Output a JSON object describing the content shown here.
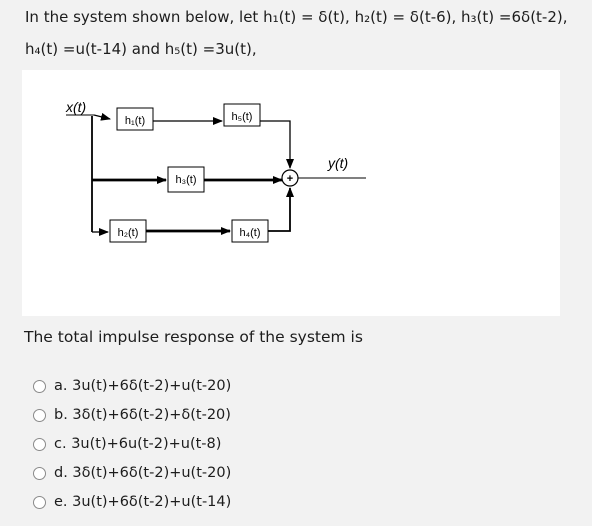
{
  "question": {
    "line1": "In the system shown below, let h₁(t) = δ(t), h₂(t) = δ(t-6), h₃(t) =6δ(t-2),",
    "line2": "h₄(t) =u(t-14) and h₅(t) =3u(t),"
  },
  "diagram": {
    "input_label": "x(t)",
    "output_label": "y(t)",
    "blocks": {
      "h1": "h₁(t)",
      "h2": "h₂(t)",
      "h3": "h₃(t)",
      "h4": "h₄(t)",
      "h5": "h₅(t)"
    },
    "adder_symbol": "+"
  },
  "stem": "The total impulse response  of the system is",
  "options": [
    {
      "label": "a. 3u(t)+6δ(t-2)+u(t-20)"
    },
    {
      "label": "b. 3δ(t)+6δ(t-2)+δ(t-20)"
    },
    {
      "label": "c. 3u(t)+6u(t-2)+u(t-8)"
    },
    {
      "label": "d. 3δ(t)+6δ(t-2)+u(t-20)"
    },
    {
      "label": "e. 3u(t)+6δ(t-2)+u(t-14)"
    }
  ]
}
